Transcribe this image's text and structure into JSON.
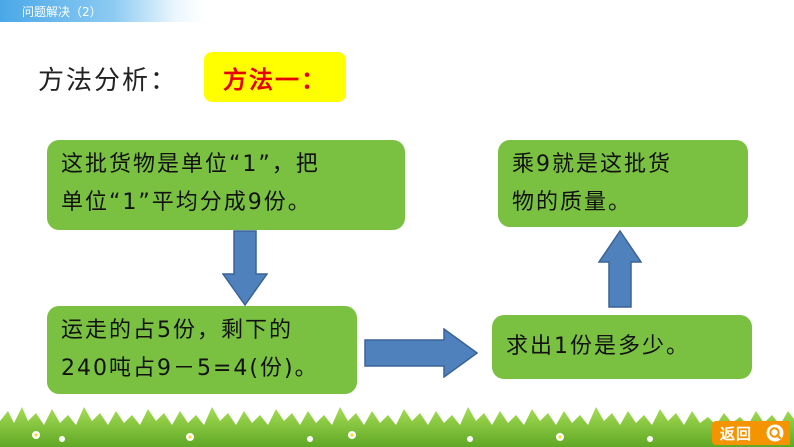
{
  "header": {
    "title": "问题解决（2）"
  },
  "section": {
    "label": "方法分析："
  },
  "badge": {
    "label": "方法一："
  },
  "colors": {
    "box_green": "#7ac142",
    "arrow_blue": "#4f81bd",
    "badge_yellow": "#ffff00",
    "badge_text": "#e60000",
    "button_orange": "#f39400"
  },
  "flow": {
    "step1": {
      "line1": "这批货物是单位“1”，把",
      "line2": "单位“1”平均分成9份。"
    },
    "step2": {
      "line1": "运走的占5份，剩下的",
      "line2": "240吨占9－5=4(份)。"
    },
    "step3": {
      "line1": "求出1份是多少。"
    },
    "step4": {
      "line1": "乘9就是这批货",
      "line2": "物的质量。"
    }
  },
  "nav": {
    "back_label": "返回",
    "back_icon": "search-icon"
  }
}
